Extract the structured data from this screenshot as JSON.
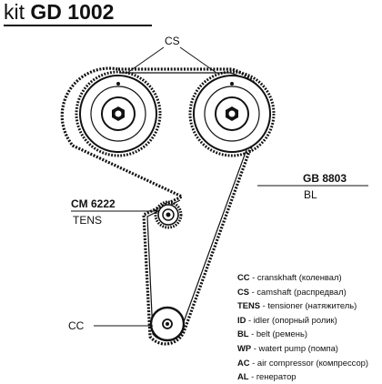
{
  "title": {
    "prefix": "kit",
    "code": "GD 1002"
  },
  "labels": {
    "cs": "CS",
    "cc": "CC",
    "belt_code": "GB 8803",
    "belt_tag": "BL",
    "tensioner_code": "CM 6222",
    "tensioner_tag": "TENS"
  },
  "legend": [
    {
      "code": "CC",
      "text": "- cranskhaft (коленвал)"
    },
    {
      "code": "CS",
      "text": "- camshaft (распредвал)"
    },
    {
      "code": "TENS",
      "text": "- tensioner (натяжитель)"
    },
    {
      "code": "ID",
      "text": "- idler (опорный ролик)"
    },
    {
      "code": "BL",
      "text": "- belt (ремень)"
    },
    {
      "code": "WP",
      "text": "- watert pump (помпа)"
    },
    {
      "code": "AC",
      "text": "- air compressor (компрессор)"
    },
    {
      "code": "AL",
      "text": "- генератор"
    }
  ],
  "icons": {
    "camshaft_pulley": "toothed-pulley-icon",
    "tensioner_roller": "tensioner-roller-icon",
    "crankshaft_pulley": "crank-pulley-icon"
  }
}
